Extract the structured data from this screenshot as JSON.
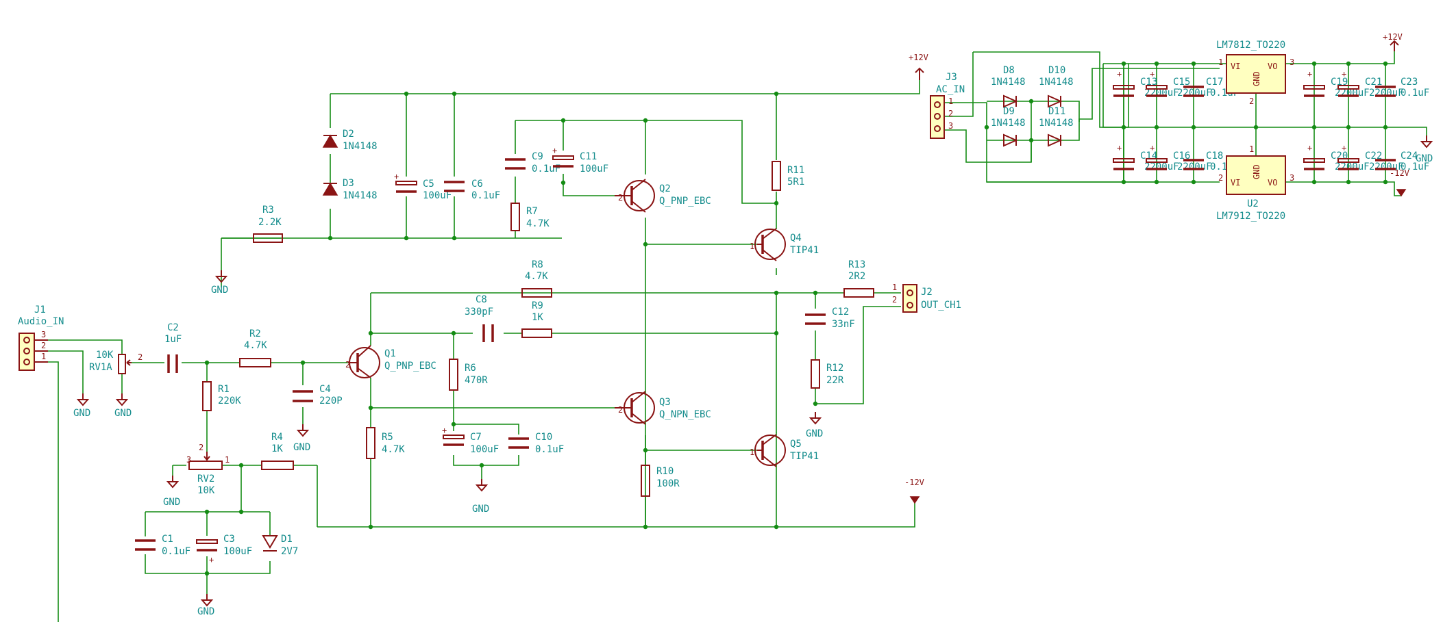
{
  "refs": {
    "J1": "J1",
    "J2": "J2",
    "J3": "J3",
    "R1": "R1",
    "R2": "R2",
    "R3": "R3",
    "R4": "R4",
    "R5": "R5",
    "R6": "R6",
    "R7": "R7",
    "R8": "R8",
    "R9": "R9",
    "R10": "R10",
    "R11": "R11",
    "R12": "R12",
    "R13": "R13",
    "C1": "C1",
    "C2": "C2",
    "C3": "C3",
    "C4": "C4",
    "C5": "C5",
    "C6": "C6",
    "C7": "C7",
    "C8": "C8",
    "C9": "C9",
    "C10": "C10",
    "C11": "C11",
    "C12": "C12",
    "C13": "C13",
    "C14": "C14",
    "C15": "C15",
    "C16": "C16",
    "C17": "C17",
    "C18": "C18",
    "C19": "C19",
    "C20": "C20",
    "C21": "C21",
    "C22": "C22",
    "C23": "C23",
    "C24": "C24",
    "D1": "D1",
    "D2": "D2",
    "D3": "D3",
    "D8": "D8",
    "D9": "D9",
    "D10": "D10",
    "D11": "D11",
    "Q1": "Q1",
    "Q2": "Q2",
    "Q3": "Q3",
    "Q4": "Q4",
    "Q5": "Q5",
    "RV1A": "RV1A",
    "RV2": "RV2",
    "U2": "U2"
  },
  "values": {
    "J1": "Audio_IN",
    "J2": "OUT_CH1",
    "J3": "AC_IN",
    "R1": "220K",
    "R2": "4.7K",
    "R3": "2.2K",
    "R4": "1K",
    "R5": "4.7K",
    "R6": "470R",
    "R7": "4.7K",
    "R8": "4.7K",
    "R9": "1K",
    "R10": "100R",
    "R11": "5R1",
    "R12": "22R",
    "R13": "2R2",
    "C1": "0.1uF",
    "C2": "1uF",
    "C3": "100uF",
    "C4": "220P",
    "C5": "100uF",
    "C6": "0.1uF",
    "C7": "100uF",
    "C8": "330pF",
    "C9": "0.1uF",
    "C10": "0.1uF",
    "C11": "100uF",
    "C12": "33nF",
    "C13": "2200uF",
    "C14": "2200uF",
    "C15": "2200uF",
    "C16": "2200uF",
    "C17": "0.1uF",
    "C18": "0.1uF",
    "C19": "2200uF",
    "C20": "2200uF",
    "C21": "2200uF",
    "C22": "2200uF",
    "C23": "0.1uF",
    "C24": "0.1uF",
    "D1": "2V7",
    "D2": "1N4148",
    "D3": "1N4148",
    "D8": "1N4148",
    "D9": "1N4148",
    "D10": "1N4148",
    "D11": "1N4148",
    "Q1": "Q_PNP_EBC",
    "Q2": "Q_PNP_EBC",
    "Q3": "Q_NPN_EBC",
    "Q4": "TIP41",
    "Q5": "TIP41",
    "RV1A": "10K",
    "RV2": "10K",
    "U1": "LM7812_TO220",
    "U2": "LM7912_TO220"
  },
  "power": {
    "gnd": "GND",
    "vpos": "+12V",
    "vneg": "-12V"
  },
  "regulator_pins": {
    "vi": "VI",
    "vo": "VO",
    "gnd": "GND"
  },
  "pin_numbers": {
    "p1": "1",
    "p2": "2",
    "p3": "3"
  },
  "colors": {
    "wire": "#148c14",
    "symbol": "#8a1414",
    "text": "#148c8c",
    "ic_fill": "#ffffc0"
  }
}
